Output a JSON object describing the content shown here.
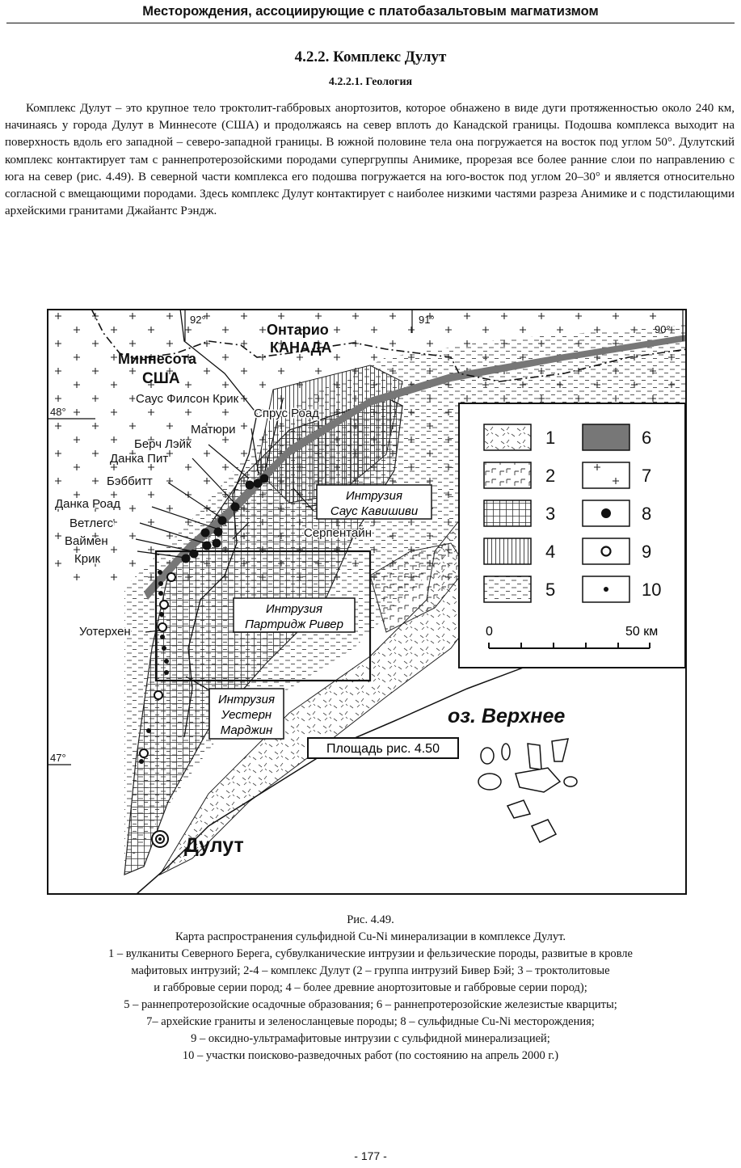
{
  "header": "Месторождения, ассоциирующие с платобазальтовым магматизмом",
  "section_title": "4.2.2. Комплекс Дулут",
  "subsection_title": "4.2.2.1. Геология",
  "paragraph": "Комплекс Дулут – это крупное тело троктолит-габбровых анортозитов, которое обнажено в виде дуги протяженностью около 240 км, начинаясь у города Дулут в Миннесоте (США) и продолжаясь на север вплоть до Канадской границы. Подошва комплекса выходит на поверхность вдоль его западной – северо-западной границы. В южной половине тела она погружается на восток под углом 50°. Дулутский комплекс контактирует там с раннепротерозойскими породами супергруппы Анимике, прорезая все более ранние слои по направлению с юга на север (рис. 4.49). В северной части комплекса его подошва погружается на юго-восток под углом 20–30° и является относительно согласной с вмещающими породами. Здесь комплекс Дулут контактирует с наиболее низкими частями разреза Анимике и с подстилающими архейскими гранитами Джайантс Рэндж.",
  "map": {
    "lon_92": "92°",
    "lon_91": "91°",
    "lon_90": "90°",
    "lat_48": "48°",
    "lat_47": "47°",
    "ontario": "Онтарио",
    "canada": "КАНАДА",
    "minnesota": "Миннесота",
    "usa": "США",
    "lake": "оз. Верхнее",
    "city": "Дулут",
    "deposits": {
      "south_filson": "Саус Филсон Крик",
      "spruce": "Спрус Роад",
      "maturi": "Матюри",
      "birch": "Берч Лэйк",
      "dunka_pit": "Данка Пит",
      "babbitt": "Бэббитт",
      "dunka_road": "Данка Роад",
      "wetlegs": "Ветлегс",
      "wyman": "Ваймен",
      "creek": "Крик",
      "serpentine": "Серпентайн",
      "water_hen": "Уотерхен"
    },
    "intrusions": {
      "sk_l1": "Интрузия",
      "sk_l2": "Саус Кавишиви",
      "pr_l1": "Интрузия",
      "pr_l2": "Партридж Ривер",
      "wm_l1": "Интрузия",
      "wm_l2": "Уестерн",
      "wm_l3": "Марджин"
    },
    "area_label": "Площадь рис. 4.50",
    "legend": {
      "n1": "1",
      "n2": "2",
      "n3": "3",
      "n4": "4",
      "n5": "5",
      "n6": "6",
      "n7": "7",
      "n8": "8",
      "n9": "9",
      "n10": "10"
    },
    "scale_zero": "0",
    "scale_max": "50 км"
  },
  "caption": {
    "fig": "Рис. 4.49.",
    "title": "Карта распространения сульфидной Cu-Ni минерализации в комплексе Дулут.",
    "l1": "1 – вулканиты Северного Берега, субвулканические интрузии и фельзические породы, развитые в кровле",
    "l2": "мафитовых интрузий; 2-4 – комплекс Дулут (2 – группа интрузий Бивер Бэй; 3 – троктолитовые",
    "l3": "и габбровые серии пород; 4 – более древние анортозитовые и габбровые серии пород);",
    "l4": "5 – раннепротерозойские осадочные образования; 6 – раннепротерозойские железистые кварциты;",
    "l5": "7– архейские граниты и зеленосланцевые породы; 8 – сульфидные Cu-Ni месторождения;",
    "l6": "9 – оксидно-ультрамафитовые интрузии с сульфидной минерализацией;",
    "l7": "10 – участки поисково-разведочных работ (по состоянию на апрель 2000 г.)"
  },
  "page_number": "- 177 -"
}
